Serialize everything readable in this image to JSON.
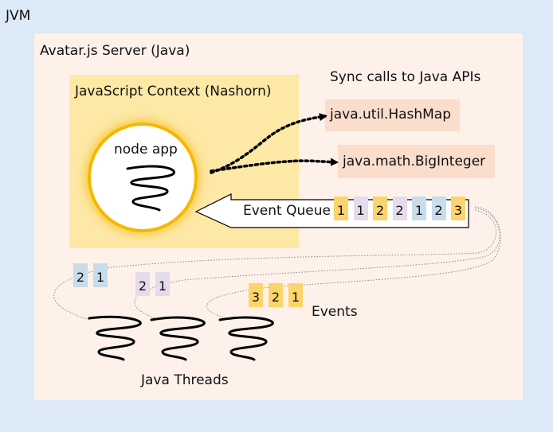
{
  "jvm": {
    "label": "JVM"
  },
  "server": {
    "label": "Avatar.js Server (Java)"
  },
  "js_context": {
    "label": "JavaScript Context (Nashorn)"
  },
  "node_app": {
    "label": "node app"
  },
  "sync_calls": {
    "label": "Sync calls to Java APIs",
    "apis": [
      "java.util.HashMap",
      "java.math.BigInteger"
    ]
  },
  "event_queue": {
    "label": "Event Queue",
    "items": [
      {
        "text": "1",
        "color": "#fcd46a"
      },
      {
        "text": "1",
        "color": "#e5dbec"
      },
      {
        "text": "2",
        "color": "#fcd46a"
      },
      {
        "text": "2",
        "color": "#e5dbec"
      },
      {
        "text": "1",
        "color": "#c8dcec"
      },
      {
        "text": "2",
        "color": "#c8dcec"
      },
      {
        "text": "3",
        "color": "#fcd46a"
      }
    ]
  },
  "threads": [
    {
      "events": [
        {
          "text": "2"
        },
        {
          "text": "1"
        }
      ],
      "color": "#c8dcec"
    },
    {
      "events": [
        {
          "text": "2"
        },
        {
          "text": "1"
        }
      ],
      "color": "#e5dbec"
    },
    {
      "events": [
        {
          "text": "3"
        },
        {
          "text": "2"
        },
        {
          "text": "1"
        }
      ],
      "color": "#fcd46a"
    }
  ],
  "events_label": "Events",
  "threads_label": "Java Threads"
}
